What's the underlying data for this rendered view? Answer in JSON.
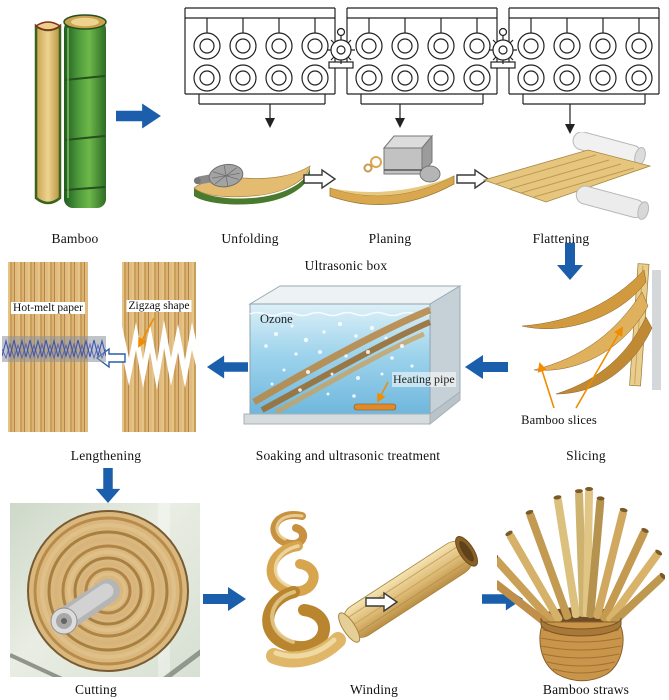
{
  "stages": {
    "bamboo": {
      "label": "Bamboo"
    },
    "unfolding": {
      "label": "Unfolding"
    },
    "planing": {
      "label": "Planing"
    },
    "flattening": {
      "label": "Flattening"
    },
    "slicing": {
      "label": "Slicing",
      "annotation": "Bamboo slices"
    },
    "soaking": {
      "label": "Soaking and ultrasonic treatment",
      "box_title": "Ultrasonic box",
      "ozone_label": "Ozone",
      "heating_pipe_label": "Heating pipe"
    },
    "lengthening": {
      "label": "Lengthening",
      "hot_melt_label": "Hot-melt paper",
      "zigzag_label": "Zigzag shape"
    },
    "cutting": {
      "label": "Cutting"
    },
    "winding": {
      "label": "Winding"
    },
    "straws": {
      "label": "Bamboo straws"
    }
  },
  "colors": {
    "solid_arrow": "#1b5eab",
    "hollow_arrow_outline": "#3a3a3a",
    "annotation_arrow": "#f08c00",
    "bamboo_green": "#4f9b3c",
    "wood_tan": "#d9a84e",
    "water_blue": "#9fd4ec"
  }
}
